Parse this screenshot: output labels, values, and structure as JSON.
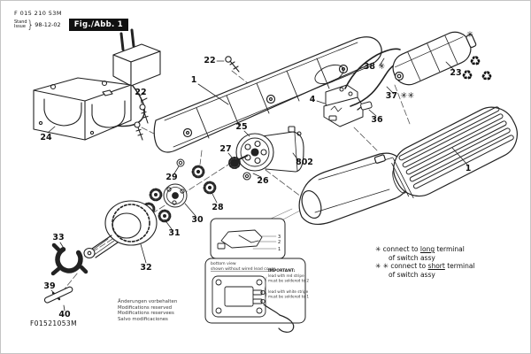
{
  "header": {
    "ref_no": "F 015 210 53M",
    "stand": "Stand",
    "issue": "Issue",
    "brace": "}",
    "date": "98-12-02",
    "fig_label": "Fig./Abb. 1"
  },
  "footer": {
    "doc_no": "F01521053M",
    "notices": [
      "Änderungen vorbehalten",
      "Modifications reserved",
      "Modifications reservees",
      "Salvo modificaciones"
    ]
  },
  "side_notes": [
    {
      "marker": "✳",
      "pre": " connect to ",
      "em": "long",
      "post": " terminal",
      "line2": "of switch assy"
    },
    {
      "marker": "✳ ✳",
      "pre": " connect to ",
      "em": "short",
      "post": " terminal",
      "line2": "of switch assy"
    }
  ],
  "callouts": {
    "c22_top": "22",
    "c1_upper": "1",
    "c38": "38 ✳",
    "c23": "23",
    "c37": "37 ✳✳",
    "c4": "4",
    "c36": "36",
    "c22_left": "22",
    "c24": "24",
    "c25": "25",
    "c26": "26",
    "c27": "27",
    "c802": "802",
    "c28": "28",
    "c29": "29",
    "c30": "30",
    "c31": "31",
    "c32": "32",
    "c33": "33",
    "c39": "39",
    "c40": "40",
    "c1_lower": "1",
    "battery_marker": "✳"
  },
  "inset_small": {
    "labels": [
      "3",
      "2",
      "1"
    ]
  },
  "inset_large": {
    "caption_line1": "bottom view",
    "caption_line2": "shown without wired lead cover",
    "important_title": "IMPORTANT:",
    "note1_line1": "lead with red stripe",
    "note1_line2": "must be soldered to 2",
    "note2_line1": "lead with white stripe",
    "note2_line2": "must be soldered to 1"
  },
  "icons": {
    "recycle": "♻"
  },
  "colors": {
    "ink": "#1c1c1c",
    "paper": "#ffffff",
    "fig_box": "#111111"
  }
}
